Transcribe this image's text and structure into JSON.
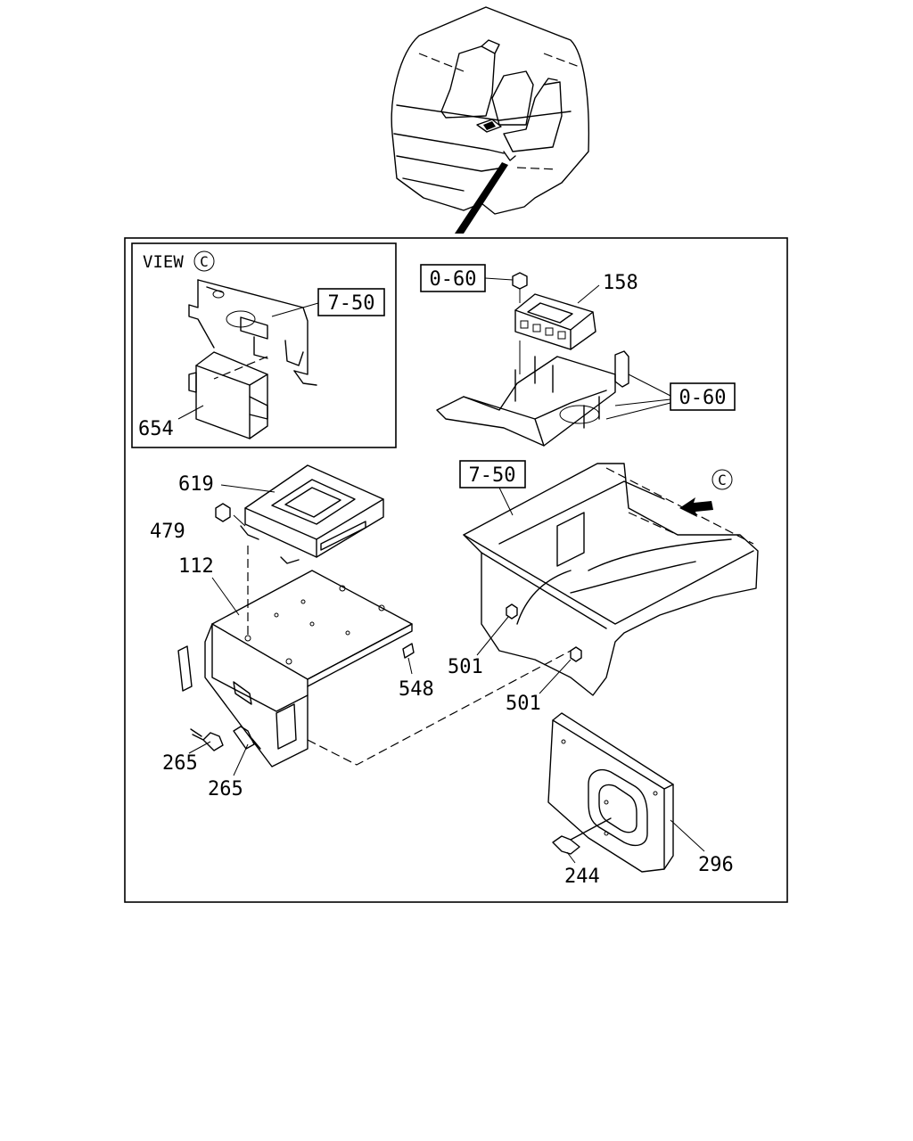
{
  "view_label": "VIEW",
  "view_marker": "C",
  "direction_marker": "C",
  "ref_boxes": {
    "inset_7_50": "7-50",
    "top_0_60_left": "0-60",
    "top_0_60_right": "0-60",
    "frame_7_50": "7-50"
  },
  "parts": {
    "p158": "158",
    "p654": "654",
    "p619": "619",
    "p479": "479",
    "p112": "112",
    "p548": "548",
    "p501a": "501",
    "p501b": "501",
    "p265a": "265",
    "p265b": "265",
    "p244": "244",
    "p296": "296"
  }
}
